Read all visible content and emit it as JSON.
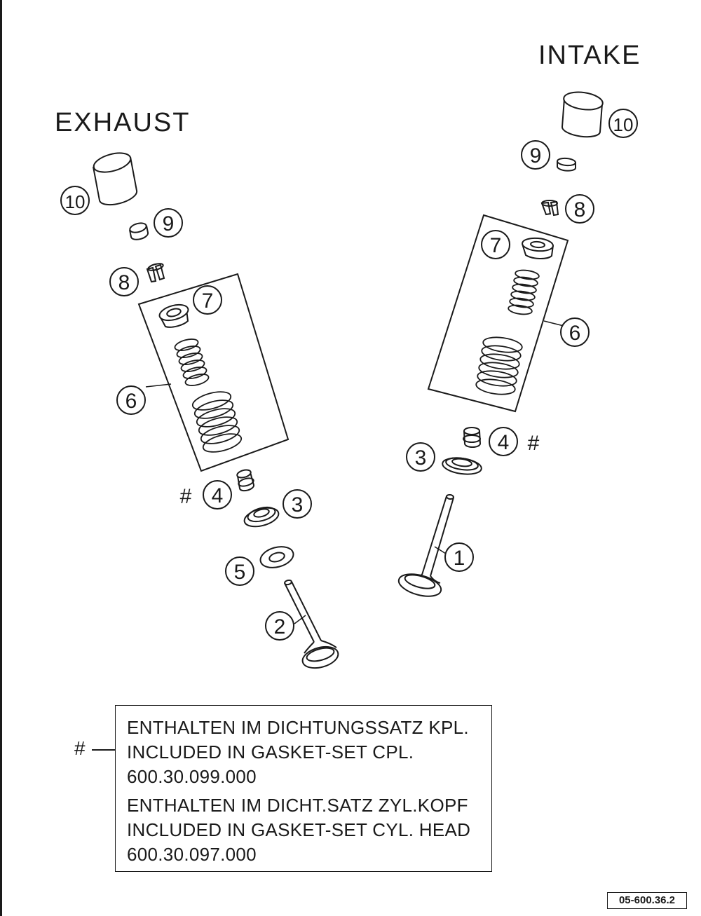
{
  "headings": {
    "intake": "INTAKE",
    "exhaust": "EXHAUST"
  },
  "callouts": {
    "intake": [
      {
        "number": "10",
        "part": "valve-bucket"
      },
      {
        "number": "9",
        "part": "shim"
      },
      {
        "number": "8",
        "part": "valve-cotter"
      },
      {
        "number": "7",
        "part": "valve-spring-retainer"
      },
      {
        "number": "6",
        "part": "valve-spring-set"
      },
      {
        "number": "4",
        "part": "valve-stem-seal",
        "mark": "#"
      },
      {
        "number": "3",
        "part": "spring-seat"
      },
      {
        "number": "1",
        "part": "intake-valve"
      }
    ],
    "exhaust": [
      {
        "number": "10",
        "part": "valve-bucket"
      },
      {
        "number": "9",
        "part": "shim"
      },
      {
        "number": "8",
        "part": "valve-cotter"
      },
      {
        "number": "7",
        "part": "valve-spring-retainer"
      },
      {
        "number": "6",
        "part": "valve-spring-set"
      },
      {
        "number": "4",
        "part": "valve-stem-seal",
        "mark": "#"
      },
      {
        "number": "3",
        "part": "spring-seat"
      },
      {
        "number": "5",
        "part": "washer"
      },
      {
        "number": "2",
        "part": "exhaust-valve"
      }
    ]
  },
  "legend": {
    "marker": "#",
    "groups": [
      {
        "line_de": "ENTHALTEN IM DICHTUNGSSATZ KPL.",
        "line_en": "INCLUDED IN GASKET-SET CPL.",
        "part_number": "600.30.099.000"
      },
      {
        "line_de": "ENTHALTEN IM DICHT.SATZ ZYL.KOPF",
        "line_en": "INCLUDED IN GASKET-SET CYL. HEAD",
        "part_number": "600.30.097.000"
      }
    ]
  },
  "page_code": "05-600.36.2",
  "colors": {
    "ink": "#1a1a1a",
    "background": "#ffffff"
  }
}
